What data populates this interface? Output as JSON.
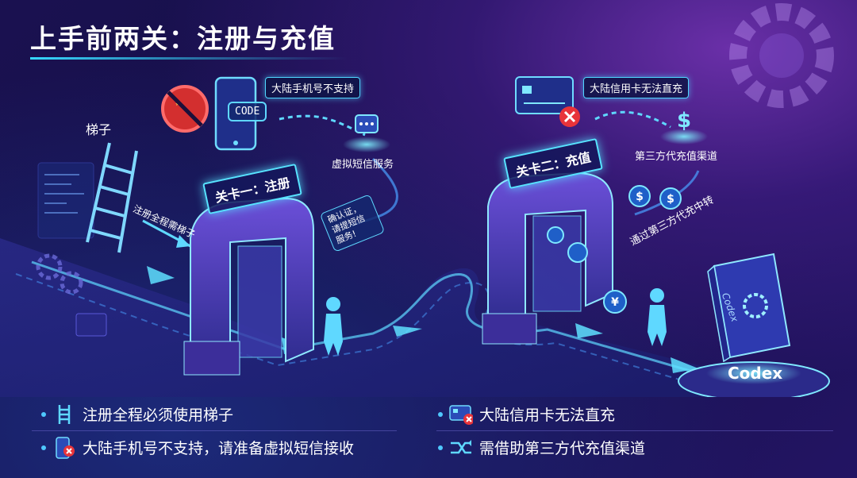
{
  "title": "上手前两关：注册与充值",
  "scene": {
    "ladder_label": "梯子",
    "ladder_arrow_label": "注册全程需梯子",
    "gate1_sign": "关卡一：注册",
    "gate2_sign": "关卡二：充值",
    "phone_code": "CODE",
    "phone_tag": "大陆手机号不支持",
    "sms_service_label": "虚拟短信服务",
    "sms_bubble": "确认证，请提短信服务!",
    "card_tag": "大陆信用卡无法直充",
    "third_party_label": "第三方代充值渠道",
    "third_party_arrow_label": "通过第三方代充中转",
    "codex_label": "Codex",
    "codex_spine": "Codex",
    "colors": {
      "accent": "#4fd6ff",
      "background": "#15104a",
      "error": "#e8343a",
      "flag": "#d32f2f"
    }
  },
  "bullets": [
    {
      "icon": "ladder-icon",
      "text": "注册全程必须使用梯子"
    },
    {
      "icon": "phone-blocked-icon",
      "text": "大陆手机号不支持，请准备虚拟短信接收"
    },
    {
      "icon": "card-blocked-icon",
      "text": "大陆信用卡无法直充"
    },
    {
      "icon": "relay-arrow-icon",
      "text": "需借助第三方代充值渠道"
    }
  ]
}
